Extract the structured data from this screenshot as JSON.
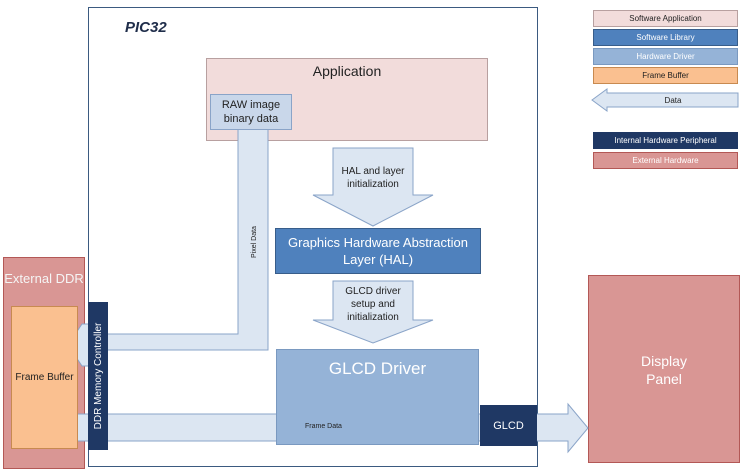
{
  "diagram": {
    "chip_label": "PIC32",
    "application": "Application",
    "raw_image": "RAW image binary data",
    "hal_init": "HAL and layer initialization",
    "hal": "Graphics Hardware Abstraction Layer (HAL)",
    "glcd_setup": "GLCD driver setup and initialization",
    "glcd_driver": "GLCD Driver",
    "glcd": "GLCD",
    "external_ddr": "External DDR",
    "frame_buffer": "Frame Buffer",
    "ddr_controller": "DDR Memory Controller",
    "pixel_data": "Pixel Data",
    "frame_data": "Frame Data",
    "display_panel": "Display Panel"
  },
  "legend": {
    "software_application": "Software Application",
    "software_library": "Software Library",
    "hardware_driver": "Hardware Driver",
    "frame_buffer": "Frame Buffer",
    "data": "Data",
    "internal_hw": "Internal Hardware Peripheral",
    "external_hw": "External Hardware"
  },
  "colors": {
    "software_application": "#f2dcdb",
    "software_library": "#4f81bd",
    "hardware_driver": "#95b3d7",
    "frame_buffer": "#fac090",
    "data": "#dce6f2",
    "internal_hw": "#1f3864",
    "external_hw": "#d99694"
  }
}
